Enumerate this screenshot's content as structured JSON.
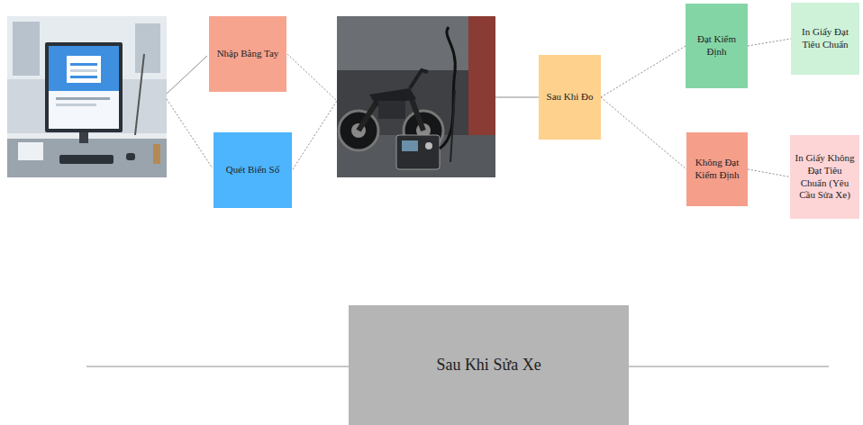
{
  "diagram": {
    "nodes": [
      {
        "text": [
          "Nhập Bằng Tay"
        ]
      },
      {
        "text": [
          "Quét Biển Số"
        ]
      },
      {
        "text": [
          "Sau Khi Đo"
        ]
      },
      {
        "text": [
          "Đạt Kiểm Định"
        ]
      },
      {
        "text": [
          "In Giấy Đạt Tiêu Chuẩn"
        ]
      },
      {
        "text": [
          "Không Đạt Kiểm Định"
        ]
      },
      {
        "text": [
          "In Giấy Không Đạt Tiêu Chuẩn (Yêu Cầu Sửa Xe)"
        ]
      },
      {
        "text": [
          "Sau Khi Sửa Xe"
        ]
      }
    ],
    "edges": [
      {
        "from": 2,
        "to": 3,
        "arrow": "none"
      },
      {
        "from": 2,
        "to": 5,
        "arrow": "none"
      },
      {
        "from": 3,
        "to": 4,
        "arrow": "none"
      },
      {
        "from": 5,
        "to": 6,
        "arrow": "none"
      }
    ]
  }
}
